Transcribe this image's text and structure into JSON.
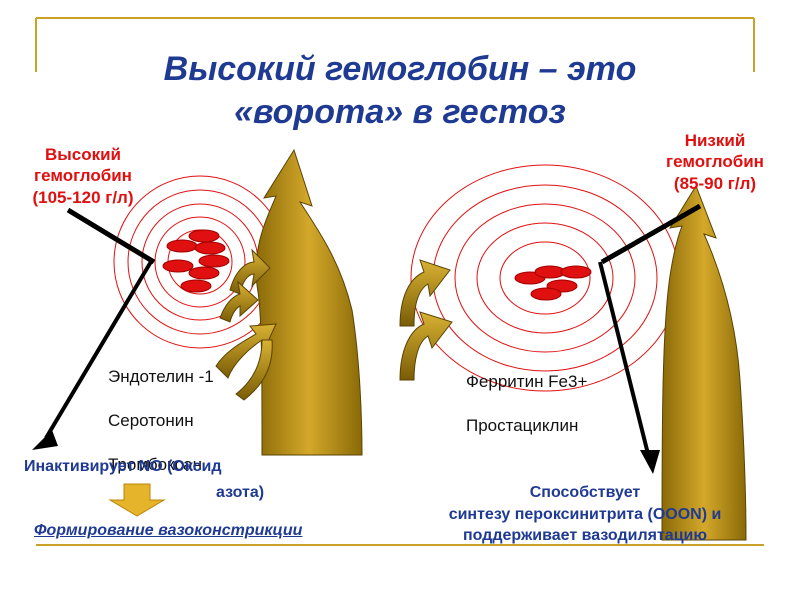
{
  "title": "Высокий гемоглобин – это\n«ворота» в гестоз",
  "left_label": "Высокий\nгемоглобин\n(105-120 г/л)",
  "right_label": "Низкий\nгемоглобин\n(85-90 г/л)",
  "left_list": [
    "Эндотелин -1",
    "Серотонин",
    "Тромбоксан"
  ],
  "right_list": [
    "Ферритин Fe3+",
    "Простациклин"
  ],
  "inactivates_line1": "Инактивирует NO (Оксид",
  "inactivates_line2": "азота)",
  "vasoconstriction": "Формирование вазоконстрикции",
  "promotes": "Способствует\nсинтезу пероксинитрита (OOON) и\nподдерживает вазодилятацию",
  "colors": {
    "title": "#1f3a93",
    "accent_red": "#e01010",
    "frame_gold": "#c9a227",
    "arrow_gold": "#b8940a"
  }
}
